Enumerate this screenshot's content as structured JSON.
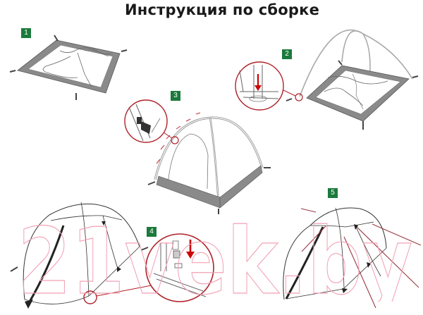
{
  "title": "Инструкция по сборке",
  "steps": [
    {
      "number": "1",
      "description": "Tent floor laid flat with poles"
    },
    {
      "number": "2",
      "description": "Poles crossed and inserted into corner grommets"
    },
    {
      "number": "3",
      "description": "Clip inner tent to poles"
    },
    {
      "number": "4",
      "description": "Cover with flysheet and fasten buckles"
    },
    {
      "number": "5",
      "description": "Stake out guy lines"
    }
  ],
  "watermark": "21vek.by",
  "colors": {
    "badge": "#1b7a3c",
    "callout": "#b0232a",
    "floor": "#8a8a8a",
    "line": "#333333",
    "watermark": "#f2a0b4",
    "guyline": "#9a3a44"
  }
}
